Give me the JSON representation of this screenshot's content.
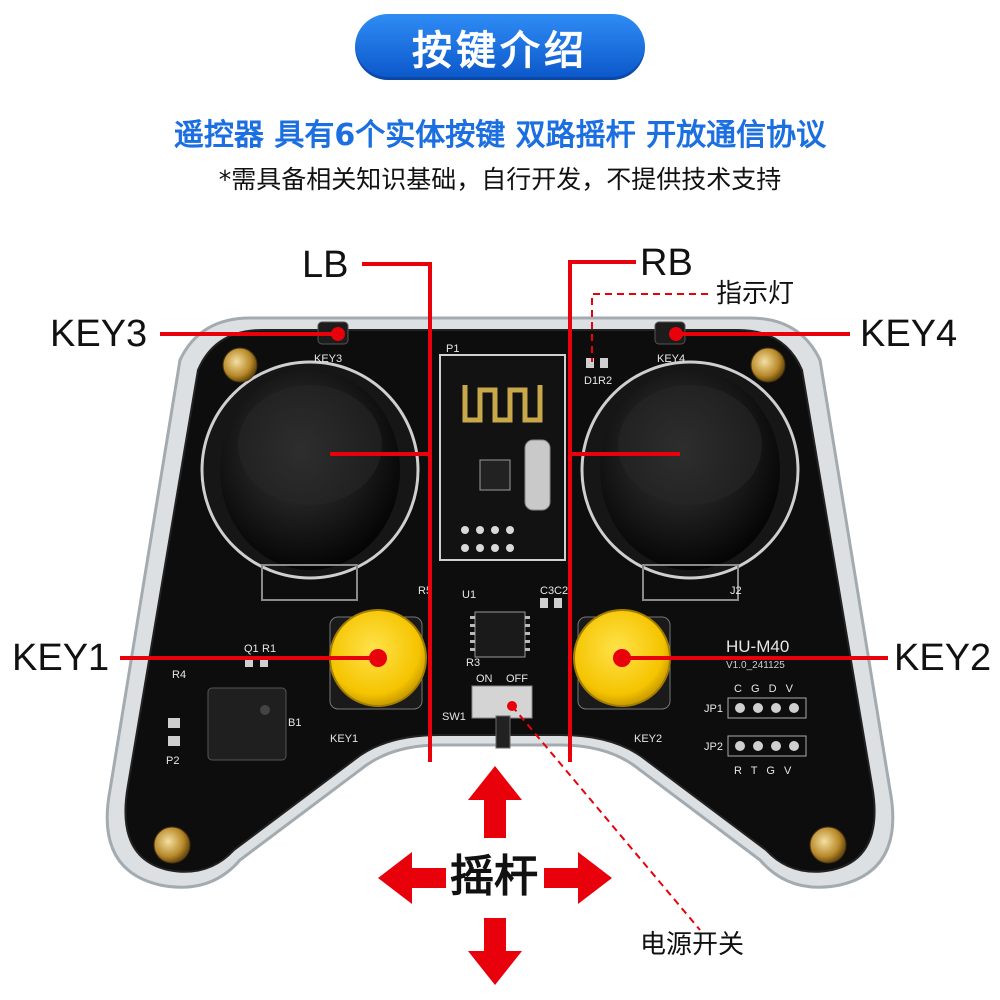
{
  "header": {
    "title": "按键介绍",
    "subtitle": "遥控器 具有6个实体按键 双路摇杆 开放通信协议",
    "note": "*需具备相关知识基础，自行开发，不提供技术支持"
  },
  "callouts": {
    "lb": "LB",
    "rb": "RB",
    "indicator": "指示灯",
    "key3": "KEY3",
    "key4": "KEY4",
    "key1": "KEY1",
    "key2": "KEY2",
    "joystick": "摇杆",
    "power_switch": "电源开关"
  },
  "board": {
    "model": "HU-M40",
    "version": "V1.0_241125",
    "silk_key3": "KEY3",
    "silk_key4": "KEY4",
    "silk_key1": "KEY1",
    "silk_key2": "KEY2",
    "silk_p1": "P1",
    "silk_u1": "U1",
    "silk_j2": "J2",
    "silk_sw1": "SW1",
    "silk_on": "ON",
    "silk_off": "OFF",
    "silk_b1": "B1",
    "silk_p2": "P2",
    "silk_q1": "Q1",
    "silk_r1": "R1",
    "silk_r3": "R3",
    "silk_r4": "R4",
    "silk_r5": "R5",
    "silk_c3c2": "C3C2",
    "silk_d1r2": "D1R2",
    "silk_jp1": "JP1",
    "silk_jp2": "JP2",
    "jp1_pins": "C G D V",
    "jp2_pins": "R T G V"
  },
  "colors": {
    "accent_blue": "#1b6fe0",
    "callout_red": "#e8000b",
    "key_yellow": "#f5c400",
    "board_black": "#0d0d0d"
  }
}
